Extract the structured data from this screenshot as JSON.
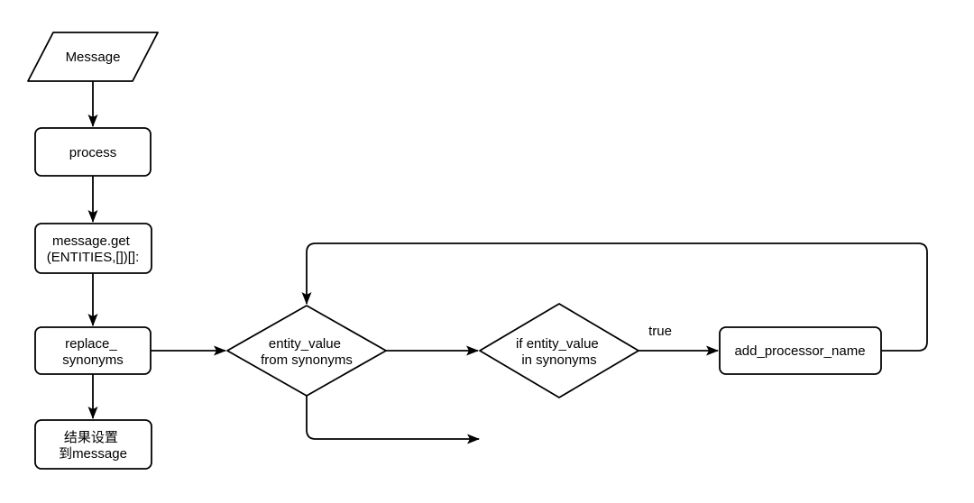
{
  "diagram": {
    "background_color": "#ffffff",
    "stroke_color": "#000000",
    "text_color": "#000000",
    "nodes": {
      "message": {
        "shape": "parallelogram",
        "label": "Message"
      },
      "process": {
        "shape": "rectangle",
        "label": "process"
      },
      "message_get": {
        "shape": "rectangle",
        "line1": "message.get",
        "line2": "(ENTITIES,[])[]:"
      },
      "replace_synonyms": {
        "shape": "rectangle",
        "line1": "replace_",
        "line2": "synonyms"
      },
      "result_to_message": {
        "shape": "rectangle",
        "line1": "结果设置",
        "line2": "到message"
      },
      "entity_value_from_synonyms": {
        "shape": "diamond",
        "line1": "entity_value",
        "line2": "from synonyms"
      },
      "if_entity_value_in_synonyms": {
        "shape": "diamond",
        "line1": "if entity_value",
        "line2": "in synonyms"
      },
      "add_processor_name": {
        "shape": "rectangle",
        "label": "add_processor_name"
      }
    },
    "edge_labels": {
      "true_label": "true"
    }
  }
}
